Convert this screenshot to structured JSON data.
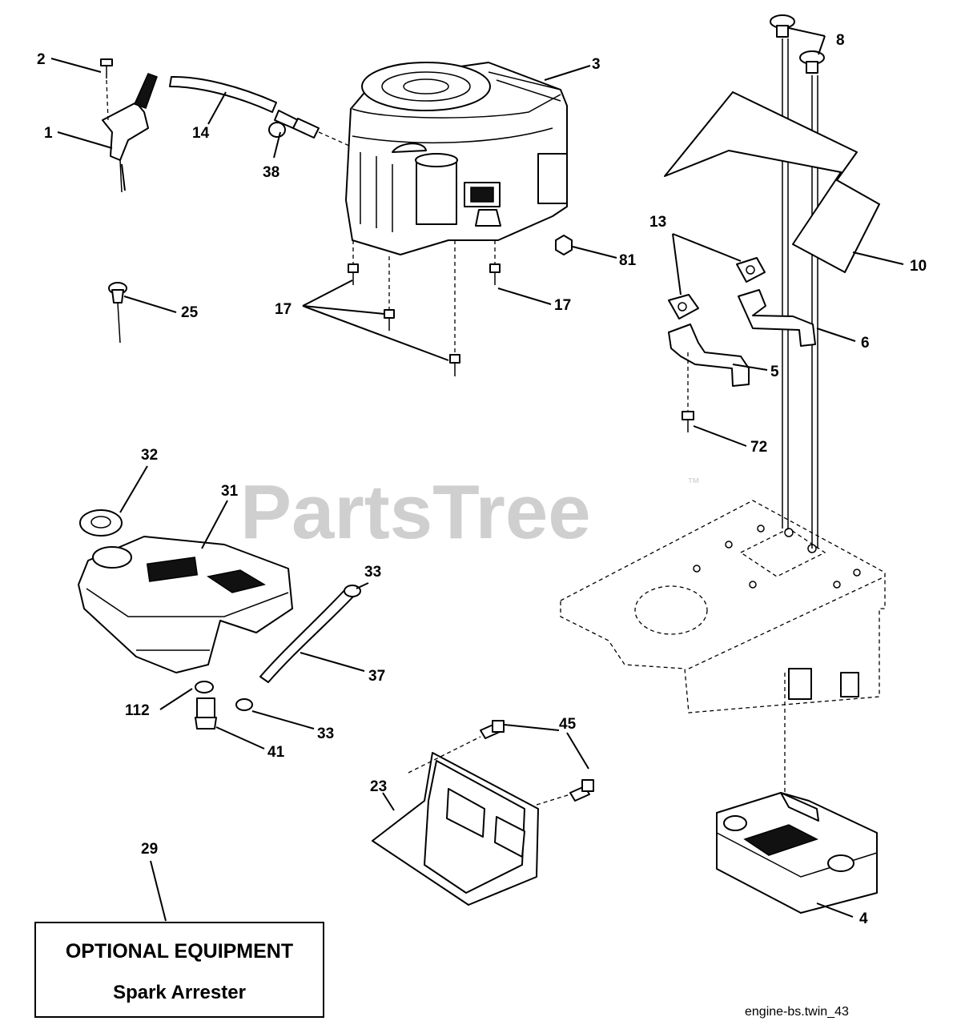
{
  "watermark": {
    "text": "PartsTree",
    "tm": "™"
  },
  "callouts": {
    "c1": "1",
    "c2": "2",
    "c3": "3",
    "c4": "4",
    "c5": "5",
    "c6": "6",
    "c8": "8",
    "c10": "10",
    "c13": "13",
    "c14": "14",
    "c17a": "17",
    "c17b": "17",
    "c23": "23",
    "c25": "25",
    "c29": "29",
    "c31": "31",
    "c32": "32",
    "c33a": "33",
    "c33b": "33",
    "c37": "37",
    "c38": "38",
    "c41": "41",
    "c45": "45",
    "c72": "72",
    "c81": "81",
    "c112": "112"
  },
  "optional_box": {
    "title": "OPTIONAL EQUIPMENT",
    "subtitle": "Spark Arrester"
  },
  "file_id": "engine-bs.twin_43"
}
